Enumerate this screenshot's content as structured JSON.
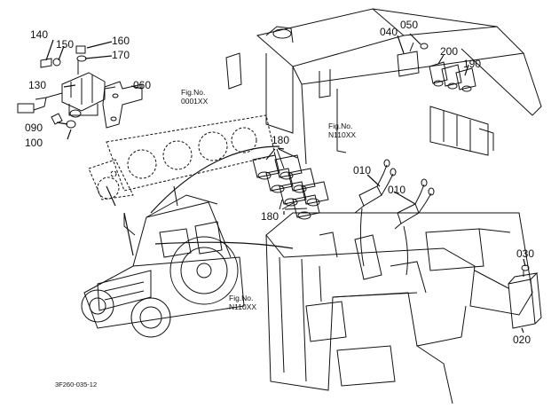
{
  "diagram": {
    "part_callouts": {
      "p140": "140",
      "p150": "150",
      "p160": "160",
      "p170": "170",
      "p130": "130",
      "p060": "060",
      "p090": "090",
      "p100": "100",
      "p040": "040",
      "p050": "050",
      "p200": "200",
      "p190": "190",
      "p180_top": "180",
      "p180_bottom": "180",
      "p010_a": "010",
      "p010_b": "010",
      "p030": "030",
      "p020": "020"
    },
    "fig_refs": [
      {
        "label": "Fig.No.",
        "number": "0001XX"
      },
      {
        "label": "Fig.No.",
        "number": "N110XX"
      },
      {
        "label": "Fig.No.",
        "number": "N110XX"
      }
    ],
    "drawing_code": "3F260-035-12"
  }
}
